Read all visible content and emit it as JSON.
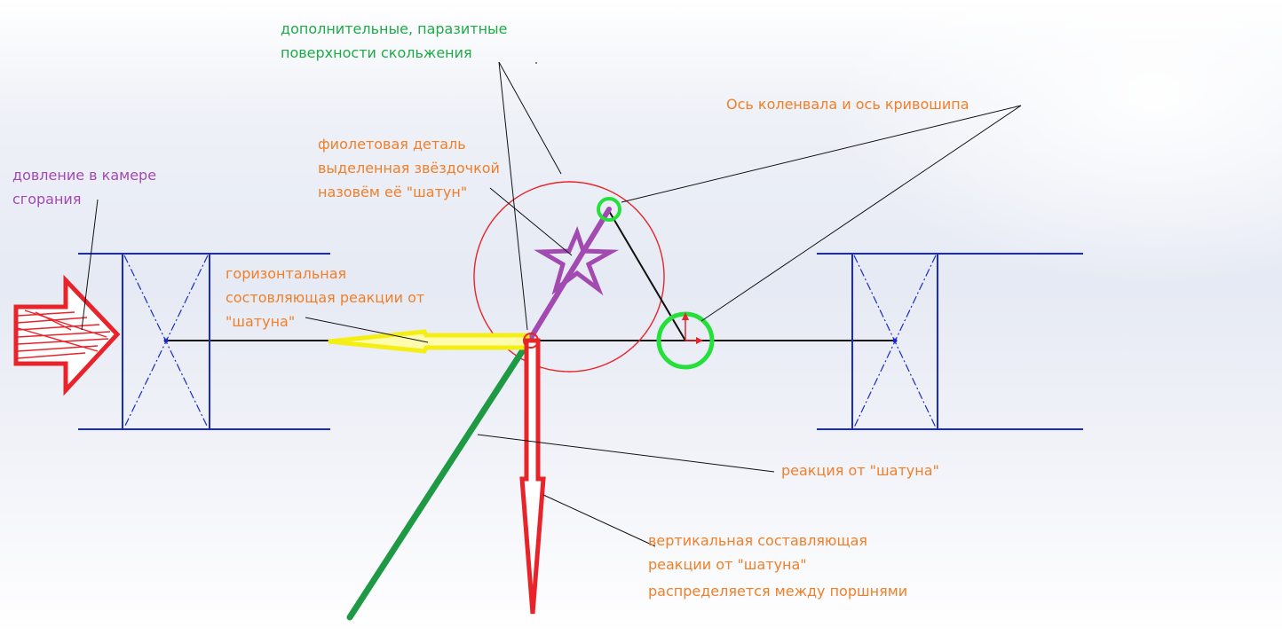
{
  "labels": {
    "sliding_surfaces": [
      "дополнительные, паразитные",
      "поверхности скольжения"
    ],
    "crank_axis": "Ось коленвала и ось кривошипа",
    "purple_part": [
      "фиолетовая деталь",
      "выделенная звёздочкой",
      "назовём её \"шатун\""
    ],
    "chamber_pressure": [
      "довление в камере",
      "сгорания"
    ],
    "horizontal_component": [
      "горизонтальная",
      "состовляющая реакции от",
      "\"шатуна\""
    ],
    "rod_reaction": "реакция от \"шатуна\"",
    "vertical_component": [
      "вертикальная составляющая",
      "реакции от \"шатуна\"",
      "распределяется между поршнями"
    ]
  },
  "colors": {
    "label_orange": "#f07f2a",
    "label_green": "#1faa48",
    "label_purple": "#a24ab1",
    "piston_blue": "#1a2ac8",
    "force_red": "#e8242a",
    "force_yellow": "#f5ee14",
    "rod_green": "#1e9a44",
    "joint_green": "#25e03a",
    "rod_purple": "#a24ab1",
    "leader_black": "#111111"
  }
}
